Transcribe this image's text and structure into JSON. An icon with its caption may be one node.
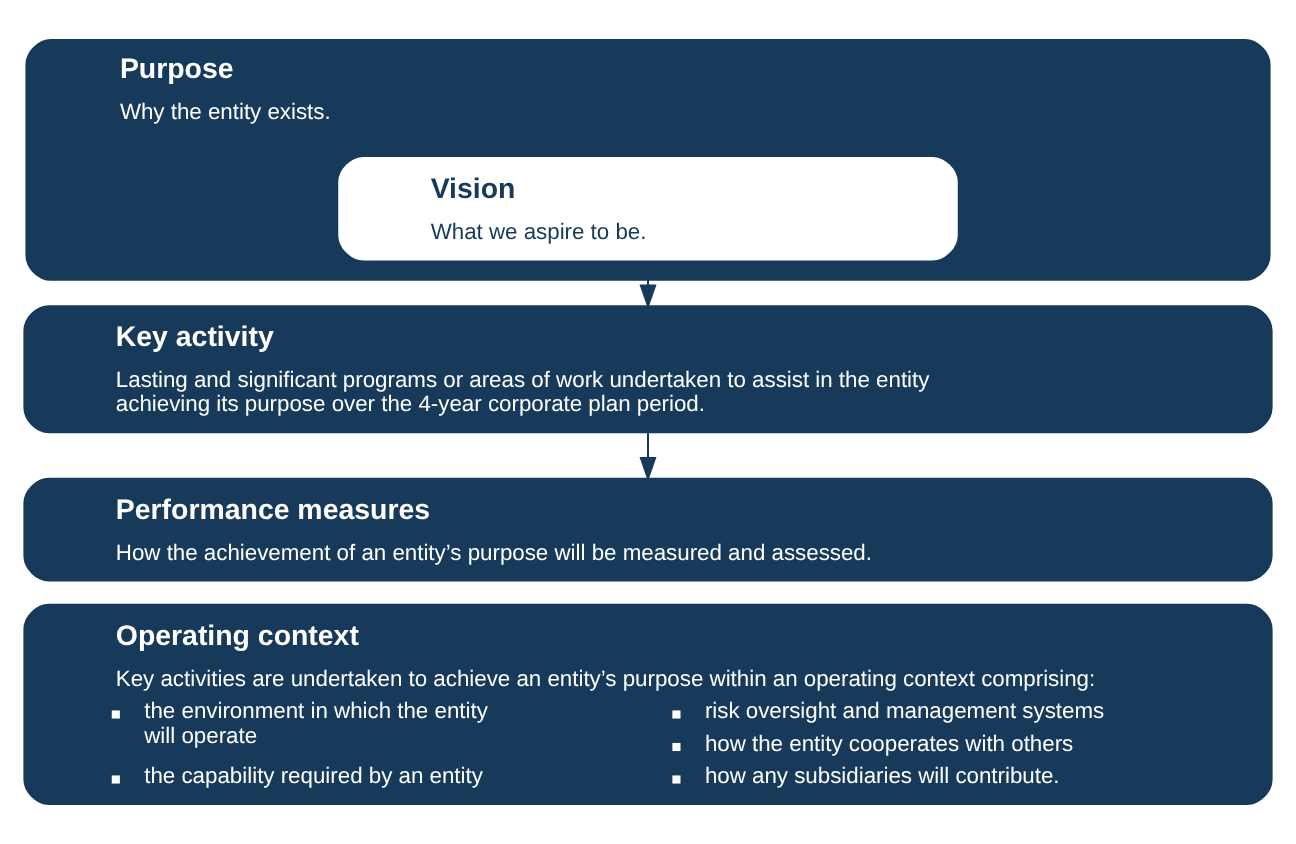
{
  "diagram": {
    "nodes": [
      {
        "text": [
          "Purpose",
          "Why the entity exists."
        ]
      },
      {
        "text": [
          "Vision",
          "What we aspire to be."
        ],
        "in": 0
      },
      {
        "text": [
          "Key activity",
          "Lasting and significant programs or areas of work undertaken to assist in the entity achieving its purpose over the 4-year corporate plan period."
        ]
      },
      {
        "text": [
          "Performance measures",
          "How the achievement of an entity’s purpose will be measured and assessed."
        ]
      },
      {
        "text": [
          "Operating context",
          "Key activities are undertaken to achieve an entity’s purpose within an operating context comprising:",
          "the environment in which the entity will operate",
          "the capability required by an entity",
          "risk oversight and management systems",
          "how the entity cooperates with others",
          "how any subsidiaries will contribute."
        ]
      }
    ],
    "edges": [
      {
        "from": 0,
        "to": 2,
        "arrow": "to"
      },
      {
        "from": 2,
        "to": 3,
        "arrow": "to"
      }
    ]
  }
}
